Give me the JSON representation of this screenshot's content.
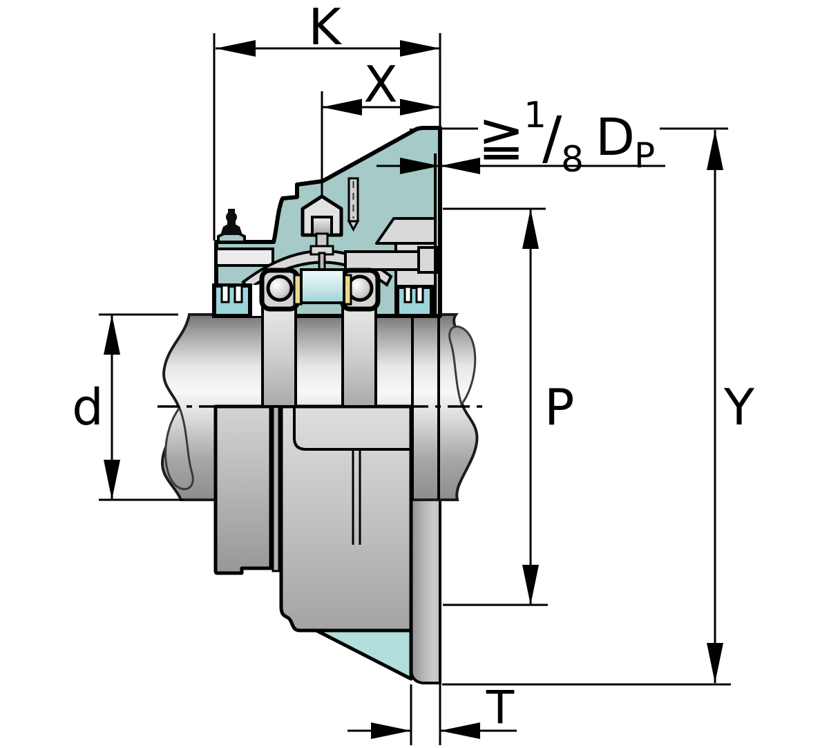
{
  "figure": {
    "type": "engineering-dimension-drawing",
    "description": "Cross-section of a flanged roller bearing unit on a support wall with dimension annotations",
    "labels": {
      "k": "K",
      "x": "X",
      "d": "d",
      "p": "P",
      "y": "Y",
      "t": "T"
    },
    "wall_thickness_note": {
      "geq": "≧",
      "numerator": "1",
      "slash": "/",
      "denominator": "8",
      "symbol": "D",
      "subscript": "P"
    },
    "colors": {
      "outline": "#000000",
      "housing_section": "#a5cac7",
      "seal_section": "#9bd6db",
      "foot_section": "#b2dedb",
      "cage": "#e8d88e",
      "background": "#ffffff"
    }
  }
}
